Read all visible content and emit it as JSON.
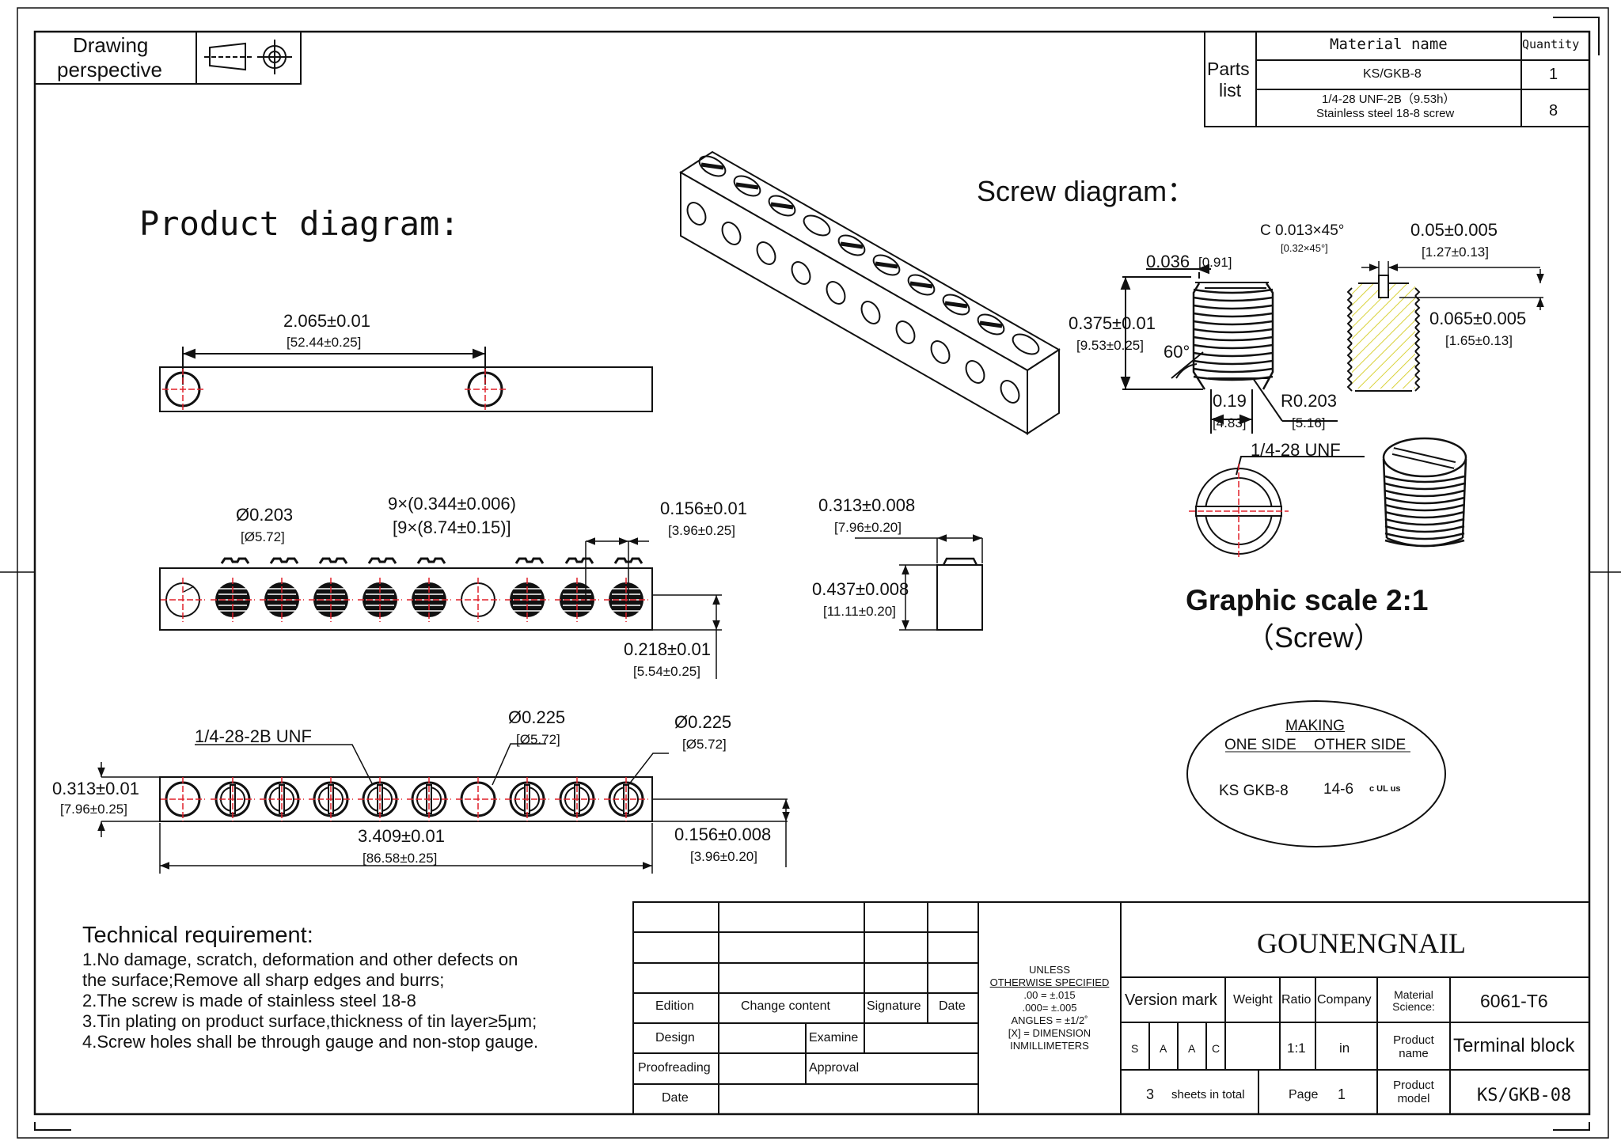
{
  "header": {
    "perspective_line1": "Drawing",
    "perspective_line2": "perspective"
  },
  "parts_list": {
    "label_line1": "Parts",
    "label_line2": "list",
    "col_material": "Material name",
    "col_quantity": "Quantity",
    "rows": [
      {
        "name": "KS/GKB-8",
        "name2": "",
        "qty": "1"
      },
      {
        "name": "1/4-28 UNF-2B（9.53h）",
        "name2": "Stainless steel 18-8 screw",
        "qty": "8"
      }
    ]
  },
  "product": {
    "title": "Product diagram:",
    "top_view": {
      "dim": "2.065±0.01",
      "dim_mm": "[52.44±0.25]"
    },
    "front_view": {
      "hole_dia": "Ø0.203",
      "hole_dia_mm": "[Ø5.72]",
      "pitch": "9×(0.344±0.006)",
      "pitch_mm": "[9×(8.74±0.15)]",
      "edge": "0.156±0.01",
      "edge_mm": "[3.96±0.25]",
      "height": "0.218±0.01",
      "height_mm": "[5.54±0.25]"
    },
    "side_view": {
      "width": "0.313±0.008",
      "width_mm": "[7.96±0.20]",
      "height": "0.437±0.008",
      "height_mm": "[11.11±0.20]"
    },
    "bottom_view": {
      "thread": "1/4-28-2B UNF",
      "dia_a": "Ø0.225",
      "dia_a_mm": "[Ø5.72]",
      "dia_b": "Ø0.225",
      "dia_b_mm": "[Ø5.72]",
      "thickness": "0.313±0.01",
      "thickness_mm": "[7.96±0.25]",
      "length": "3.409±0.01",
      "length_mm": "[86.58±0.25]",
      "edge": "0.156±0.008",
      "edge_mm": "[3.96±0.20]"
    }
  },
  "screw": {
    "title": "Screw diagram：",
    "chamfer": "C 0.013×45°",
    "chamfer_mm": "[0.32×45°]",
    "slot_w": "0.05±0.005",
    "slot_w_mm": "[1.27±0.13]",
    "tip": "0.036",
    "tip_mm": "[0.91]",
    "length": "0.375±0.01",
    "length_mm": "[9.53±0.25]",
    "slot_d": "0.065±0.005",
    "slot_d_mm": "[1.65±0.13]",
    "angle": "60°",
    "dia": "0.19",
    "dia_mm": "[4.83]",
    "radius": "R0.203",
    "radius_mm": "[5.16]",
    "thread": "1/4-28 UNF",
    "scale": "Graphic scale 2:1",
    "scale_sub": "（Screw）"
  },
  "marking": {
    "title": "MAKING",
    "one_side": "ONE SIDE",
    "other_side": "OTHER SIDE",
    "left": "KS  GKB-8",
    "right": "14-6",
    "ul": "c UL us"
  },
  "tech": {
    "title": "Technical requirement:",
    "lines": [
      "1.No damage, scratch, deformation and other defects on",
      "the surface;Remove all sharp edges and burrs;",
      "2.The screw is made of stainless steel 18-8",
      " 3.Tin plating on product surface,thickness of tin layer≥5μm;",
      "4.Screw holes shall be through gauge and non-stop gauge."
    ]
  },
  "title_block": {
    "edition": "Edition",
    "change": "Change content",
    "signature": "Signature",
    "date": "Date",
    "design": "Design",
    "examine": "Examine",
    "proofreading": "Proofreading",
    "approval": "Approval",
    "date2": "Date",
    "tolerance": [
      "UNLESS",
      "OTHERWISE SPECIFIED",
      ".00 = ±.015",
      ".000= ±.005",
      "ANGLES = ±1/2˚",
      "[X] = DIMENSION",
      "INMILLIMETERS"
    ],
    "company_name": "GOUNENGNAIL",
    "version_mark": "Version mark",
    "weight": "Weight",
    "ratio": "Ratio",
    "company": "Company",
    "material_science": "Material Science:",
    "material": "6061-T6",
    "marks": [
      "S",
      "A",
      "A",
      "C"
    ],
    "ratio_val": "1:1",
    "unit": "in",
    "product_name_label": "Product name",
    "product_name": "Terminal block",
    "sheets": "3",
    "sheets_label": "sheets in total",
    "page_label": "Page",
    "page": "1",
    "product_model_label": "Product model",
    "product_model": "KS/GKB-08"
  }
}
